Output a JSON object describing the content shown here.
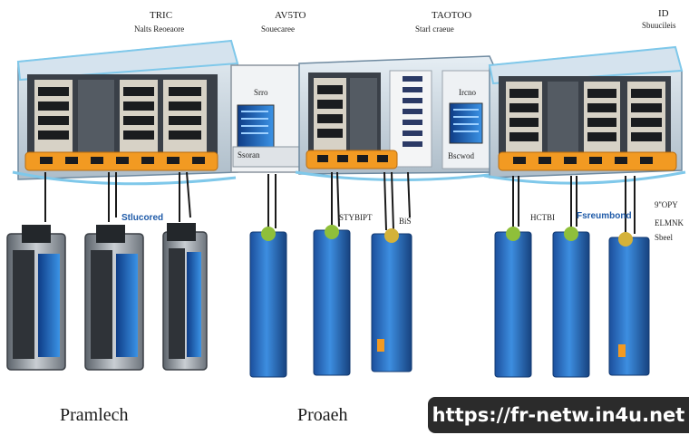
{
  "top_labels": [
    {
      "line1": "TRIC",
      "line2": "Nalts Reoeaore"
    },
    {
      "line1": "AV5TO",
      "line2": "Souecaree"
    },
    {
      "line1": "TAOTOO",
      "line2": "Starl craeue"
    },
    {
      "line1": "ID",
      "line2": "Sbuucileis"
    }
  ],
  "rack_labels": [
    "Srro",
    "Ircno",
    "Ssoran",
    "Bscwod"
  ],
  "mid_labels": [
    "Stlucored",
    "STYBIPT",
    "BiS",
    "HCTBI",
    "Fsreumbond",
    "9''OPY",
    "ELMNK",
    "Sbeel"
  ],
  "bottom_labels": [
    "Pramlech",
    "Proaeh"
  ],
  "url": "https://fr-netw.in4u.net",
  "colors": {
    "accent_orange": "#f29a22",
    "accent_blue": "#2f79c8",
    "server_gray": "#9aa3ad",
    "frame_blue": "#7fc8ea"
  }
}
